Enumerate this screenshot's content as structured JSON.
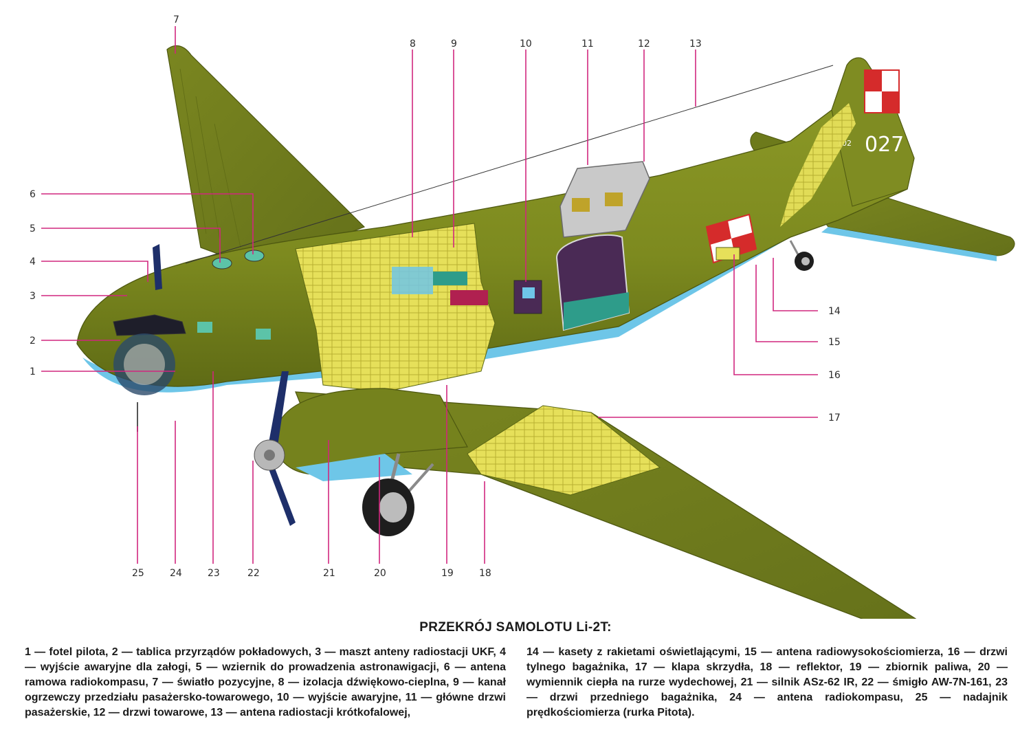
{
  "callouts": [
    {
      "n": "7"
    },
    {
      "n": "8"
    },
    {
      "n": "9"
    },
    {
      "n": "10"
    },
    {
      "n": "11"
    },
    {
      "n": "12"
    },
    {
      "n": "13"
    },
    {
      "n": "6"
    },
    {
      "n": "5"
    },
    {
      "n": "4"
    },
    {
      "n": "3"
    },
    {
      "n": "2"
    },
    {
      "n": "1"
    },
    {
      "n": "14"
    },
    {
      "n": "15"
    },
    {
      "n": "16"
    },
    {
      "n": "17"
    },
    {
      "n": "25"
    },
    {
      "n": "24"
    },
    {
      "n": "23"
    },
    {
      "n": "22"
    },
    {
      "n": "21"
    },
    {
      "n": "20"
    },
    {
      "n": "19"
    },
    {
      "n": "18"
    }
  ],
  "aircraft": {
    "tail_number": "027",
    "small_number": "102"
  },
  "caption": {
    "title": "PRZEKRÓJ SAMOLOTU Li-2T:",
    "left_column": "1 — fotel pilota, 2 — tablica przyrządów pokładowych, 3 — maszt anteny radiostacji UKF, 4 — wyjście awaryjne dla załogi, 5 — wziernik do prowadzenia astronawigacji, 6 — antena ramowa radiokompasu, 7 — światło pozycyjne, 8 — izolacja dźwiękowo-cieplna, 9 — kanał ogrzewczy przedziału pasażersko-towarowego, 10 — wyjście awaryjne, 11 — główne drzwi pasażerskie, 12 — drzwi towarowe, 13 — antena radiostacji krótkofalowej,",
    "right_column": "14 — kasety z rakietami oświetlającymi, 15 — antena radiowysokościomierza, 16 — drzwi tylnego bagażnika, 17 — klapa skrzydła, 18 — reflektor, 19 — zbiornik paliwa, 20 — wymiennik ciepła na rurze wydechowej, 21 — silnik ASz-62 IR, 22 — śmigło AW-7N-161, 23 — drzwi przedniego bagażnika, 24 — antena radiokompasu, 25 — nadajnik prędkościomierza (rurka Pitota)."
  },
  "colors": {
    "fuselage": "#7d8a1f",
    "fuselage_dark": "#5a6614",
    "fuselage_light": "#9aa832",
    "underside": "#6ec6e8",
    "insulation": "#e6e05a",
    "callout_line": "#d1267e",
    "checker_red": "#d52b2b",
    "door": "#c9c9c9",
    "interior_purple": "#4a2a55",
    "teal": "#2e9c8a"
  }
}
